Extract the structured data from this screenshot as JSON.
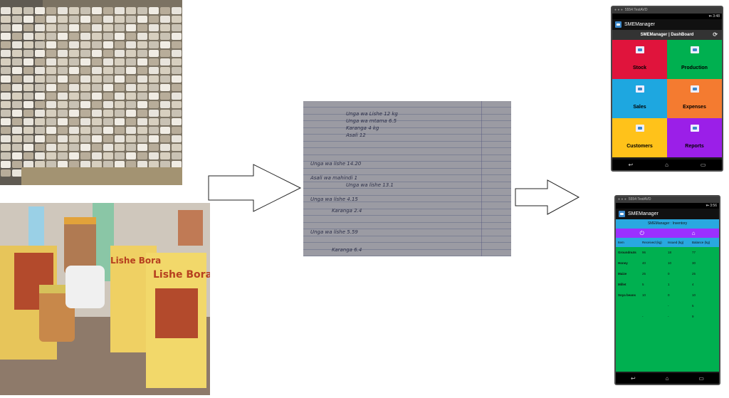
{
  "dashboard_phone": {
    "window_title": "5554:TestAVD",
    "status_time": "3:48",
    "app_title": "SMEManager",
    "subtitle": "SMEManager | DashBoard",
    "tiles": [
      {
        "label": "Stock",
        "color": "#e0143c"
      },
      {
        "label": "Production",
        "color": "#00b050"
      },
      {
        "label": "Sales",
        "color": "#1ea7e0"
      },
      {
        "label": "Expenses",
        "color": "#f47b30"
      },
      {
        "label": "Customers",
        "color": "#ffc21a"
      },
      {
        "label": "Reports",
        "color": "#9b1fe8"
      }
    ],
    "nav": {
      "back": "↩",
      "home": "⌂",
      "recent": "▭"
    }
  },
  "inventory_phone": {
    "window_title": "5554:TestAVD",
    "status_time": "3:56",
    "app_title": "SMEManager",
    "subtitle": "SMEManager : Inventory",
    "power_icon": "⏻",
    "home_icon": "⌂",
    "columns": [
      "Item",
      "Received (kg)",
      "Issued (kg)",
      "Balance (kg)"
    ],
    "rows": [
      [
        "Groundnuts",
        "96",
        "18",
        "77"
      ],
      [
        "Honey",
        "40",
        "10",
        "30"
      ],
      [
        "Maize",
        "25",
        "0",
        "25"
      ],
      [
        "Millet",
        "5",
        "1",
        "4"
      ],
      [
        "Soya beans",
        "10",
        "0",
        "10"
      ],
      [
        "",
        "",
        "-",
        "5"
      ],
      [
        "",
        "-",
        "-",
        "9"
      ]
    ],
    "nav": {
      "back": "↩",
      "home": "⌂",
      "recent": "▭"
    }
  },
  "notebook": {
    "lines": [
      "Unga wa Lishe 12 kg",
      "Unga wa mtama 6.5",
      "Karanga 4 kg",
      "Asali 12",
      "Unga wa lishe 14.20",
      "Asali wa mahindi 1",
      "Unga wa lishe 13.1",
      "Unga wa lishe 4.15",
      "Karanga 2.4",
      "Unga wa lishe 5.59",
      "Karanga 6.4"
    ]
  },
  "colors": {
    "inventory_green": "#00b050",
    "header_blue": "#29a8e0",
    "toolbar_purple": "#9b30ff"
  }
}
